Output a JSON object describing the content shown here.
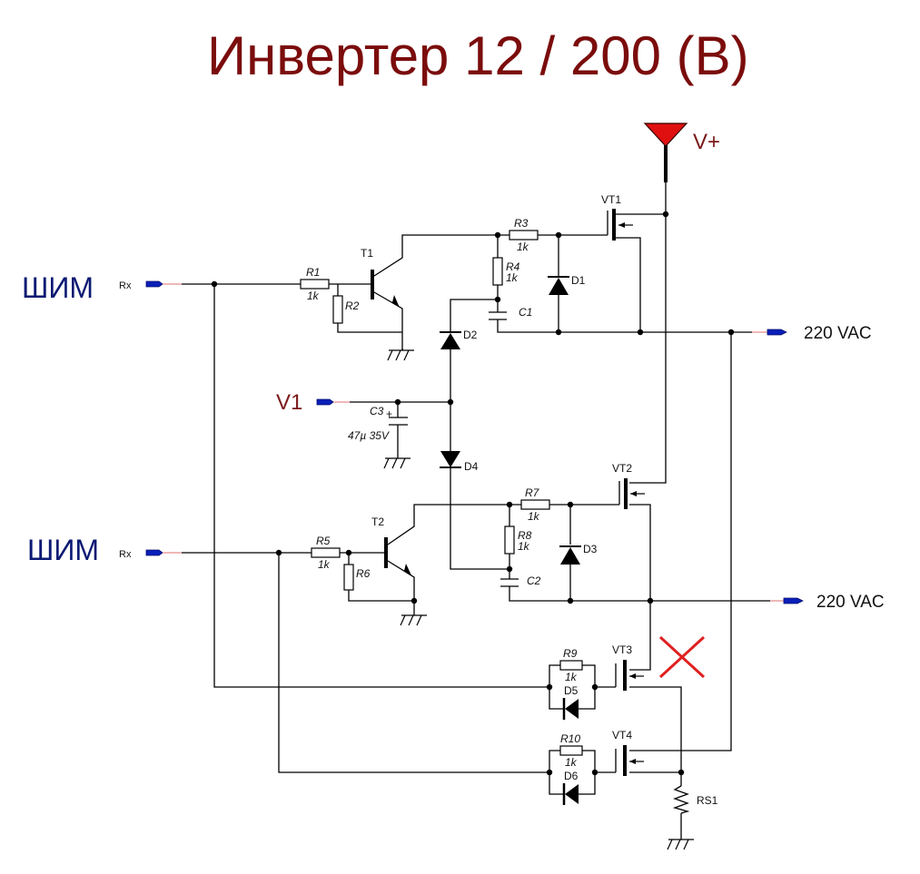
{
  "title": "Инвертер 12 / 200 (В)",
  "colors": {
    "title": "#7b0c0c",
    "pwm_label": "#0b1a73",
    "port_marker": "#0a1fb8",
    "supply_symbol": "#e01010",
    "cross_mark": "#e02020",
    "wire": "#000000"
  },
  "inputs": {
    "pwm_top": {
      "label": "ШИМ",
      "pin": "Rx"
    },
    "pwm_bottom": {
      "label": "ШИМ",
      "pin": "Rx"
    },
    "v1": {
      "label": "V1"
    },
    "vplus": {
      "label": "V+",
      "icon": "supply-triangle-icon"
    }
  },
  "outputs": {
    "ac_top": {
      "label": "220 VAC"
    },
    "ac_bottom": {
      "label": "220 VAC"
    }
  },
  "components": {
    "T1": {
      "ref": "T1",
      "type": "npn-transistor"
    },
    "T2": {
      "ref": "T2",
      "type": "npn-transistor"
    },
    "VT1": {
      "ref": "VT1",
      "type": "n-mosfet"
    },
    "VT2": {
      "ref": "VT2",
      "type": "n-mosfet"
    },
    "VT3": {
      "ref": "VT3",
      "type": "n-mosfet",
      "marked": "cross"
    },
    "VT4": {
      "ref": "VT4",
      "type": "n-mosfet"
    },
    "R1": {
      "ref": "R1",
      "value": "1k"
    },
    "R2": {
      "ref": "R2"
    },
    "R3": {
      "ref": "R3",
      "value": "1k"
    },
    "R4": {
      "ref": "R4",
      "value": "1k"
    },
    "R5": {
      "ref": "R5",
      "value": "1k"
    },
    "R6": {
      "ref": "R6"
    },
    "R7": {
      "ref": "R7",
      "value": "1k"
    },
    "R8": {
      "ref": "R8",
      "value": "1k"
    },
    "R9": {
      "ref": "R9",
      "value": "1k"
    },
    "R10": {
      "ref": "R10",
      "value": "1k"
    },
    "RS1": {
      "ref": "RS1"
    },
    "C1": {
      "ref": "C1"
    },
    "C2": {
      "ref": "C2"
    },
    "C3": {
      "ref": "C3",
      "value": "47µ 35V",
      "polarity": "+"
    },
    "D1": {
      "ref": "D1"
    },
    "D2": {
      "ref": "D2"
    },
    "D3": {
      "ref": "D3"
    },
    "D4": {
      "ref": "D4"
    },
    "D5": {
      "ref": "D5"
    },
    "D6": {
      "ref": "D6"
    }
  }
}
